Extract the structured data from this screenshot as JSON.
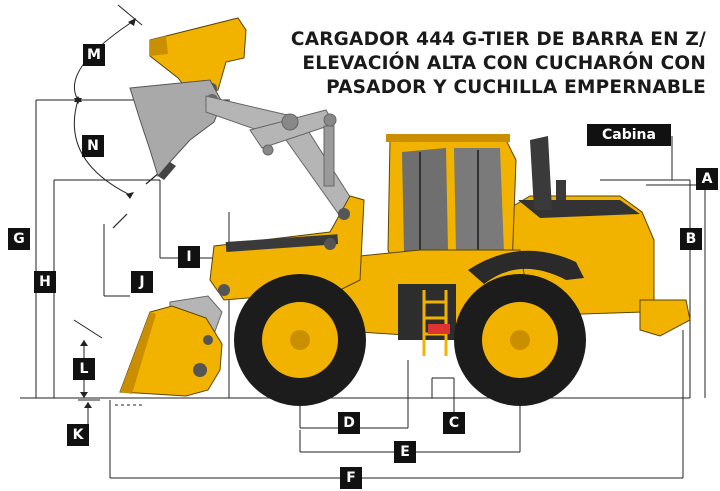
{
  "title_lines": [
    "CARGADOR 444 G-TIER DE BARRA EN Z/",
    "ELEVACIÓN ALTA CON CUCHARÓN CON",
    "PASADOR Y CUCHILLA EMPERNABLE"
  ],
  "cab_label": "Cabina",
  "dimension_labels": {
    "A": "A",
    "B": "B",
    "C": "C",
    "D": "D",
    "E": "E",
    "F": "F",
    "G": "G",
    "H": "H",
    "I": "I",
    "J": "J",
    "K": "K",
    "L": "L",
    "M": "M",
    "N": "N"
  },
  "colors": {
    "machine_yellow": "#F2B300",
    "machine_shadow": "#C98F00",
    "bucket_grey": "#A9A9A9",
    "tire_black": "#1c1c1c",
    "glass": "#6f6f6f",
    "label_bg": "#111111"
  }
}
